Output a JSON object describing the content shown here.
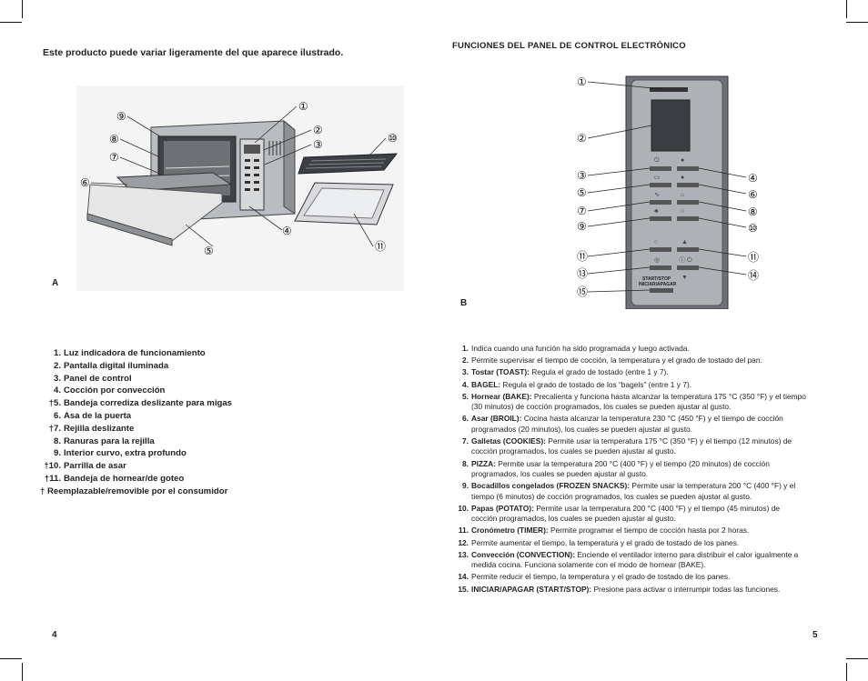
{
  "left_page": {
    "title": "Este producto puede variar ligeramente del que aparece ilustrado.",
    "figure_label": "A",
    "parts": [
      {
        "dagger": "",
        "num": "1.",
        "text": "Luz indicadora de funcionamiento"
      },
      {
        "dagger": "",
        "num": "2.",
        "text": "Pantalla digital iluminada"
      },
      {
        "dagger": "",
        "num": "3.",
        "text": "Panel de control"
      },
      {
        "dagger": "",
        "num": "4.",
        "text": "Cocción por convección"
      },
      {
        "dagger": "†",
        "num": "5.",
        "text": "Bandeja corrediza deslizante para migas"
      },
      {
        "dagger": "",
        "num": "6.",
        "text": "Asa de la puerta"
      },
      {
        "dagger": "†",
        "num": "7.",
        "text": "Rejilla deslizante"
      },
      {
        "dagger": "",
        "num": "8.",
        "text": "Ranuras para la rejilla"
      },
      {
        "dagger": "",
        "num": "9.",
        "text": "Interior curvo, extra profundo"
      },
      {
        "dagger": "†",
        "num": "10.",
        "text": "Parrilla de asar"
      },
      {
        "dagger": "†",
        "num": "11.",
        "text": "Bandeja de hornear/de goteo"
      }
    ],
    "footnote": "† Reemplazable/removible por el consumidor",
    "page_number": "4",
    "callouts": [
      "①",
      "②",
      "③",
      "④",
      "⑤",
      "⑥",
      "⑦",
      "⑧",
      "⑨",
      "⑩",
      "⑪"
    ]
  },
  "right_page": {
    "title": "FUNCIONES DEL PANEL DE CONTROL ELECTRÓNICO",
    "figure_label": "B",
    "page_number": "5",
    "panel_text": {
      "start_stop": "START/STOP",
      "iniciar_apagar": "INICIAR/APAGAR"
    },
    "callouts": [
      "①",
      "②",
      "③",
      "④",
      "⑤",
      "⑥",
      "⑦",
      "⑧",
      "⑨",
      "⑩",
      "⑪",
      "⑪",
      "⑬",
      "⑭",
      "⑮"
    ],
    "functions": [
      {
        "num": "1.",
        "bold": "",
        "text": "Indica cuando una función ha sido programada y luego activada."
      },
      {
        "num": "2.",
        "bold": "",
        "text": "Permite supervisar el tiempo de cocción, la temperatura y el grado de tostado del pan."
      },
      {
        "num": "3.",
        "bold": "Tostar (TOAST):",
        "text": " Regula el grado de tostado (entre  1 y 7)."
      },
      {
        "num": "4.",
        "bold": "BAGEL:",
        "text": " Regula el grado de tostado de los “bagels” (entre 1 y 7)."
      },
      {
        "num": "5.",
        "bold": "Hornear (BAKE):",
        "text": " Precalienta y funciona hasta alcanzar la temperatura 175 °C (350 °F) y el tiempo (30 minutos) de cocción programados, los cuales se pueden ajustar al gusto."
      },
      {
        "num": "6.",
        "bold": "Asar (BROIL):",
        "text": " Cocina hasta alcanzar la temperatura 230 °C (450 °F) y el tiempo de cocción programados (20 minutos), los cuales se pueden ajustar al gusto."
      },
      {
        "num": "7.",
        "bold": "Galletas (COOKIES):",
        "text": " Permite usar la temperatura 175 °C (350 °F) y el tiempo (12 minutos) de cocción programados, los cuales se pueden ajustar al gusto."
      },
      {
        "num": "8.",
        "bold": "PIZZA:",
        "text": " Permite usar la temperatura 200 °C (400 °F) y el tiempo (20 minutos) de cocción programados, los cuales se pueden ajustar al gusto."
      },
      {
        "num": "9.",
        "bold": "Bocadillos congelados (FROZEN SNACKS):",
        "text": " Permite usar la temperatura 200 °C (400 °F) y el tiempo (6 minutos) de cocción programados, los cuales se pueden ajustar al gusto."
      },
      {
        "num": "10.",
        "bold": "Papas (POTATO):",
        "text": " Permite usar la temperatura 200 °C (400 °F) y el tiempo (45 minutos) de cocción programados, los cuales se pueden ajustar al gusto."
      },
      {
        "num": "11.",
        "bold": " Cronómetro (TIMER):",
        "text": "  Permite programar el tiempo de cocción hasta por 2 horas."
      },
      {
        "num": "12.",
        "bold": "",
        "text": " Permite aumentar el tiempo, la temperatura y el grado de tostado de los panes."
      },
      {
        "num": "13.",
        "bold": "Convección (CONVECTION):",
        "text": " Enciende el ventilador interno para distribuir el calor igualmente a medida cocina. Funciona solamente con el modo de hornear (BAKE)."
      },
      {
        "num": "14.",
        "bold": "",
        "text": "Permite reducir el tiempo, la temperatura y el grado de tostado de los panes."
      },
      {
        "num": "15.",
        "bold": "INICIAR/APAGAR (START/STOP):",
        "text": " Presione para activar o interrumpir todas las funciones."
      }
    ]
  }
}
